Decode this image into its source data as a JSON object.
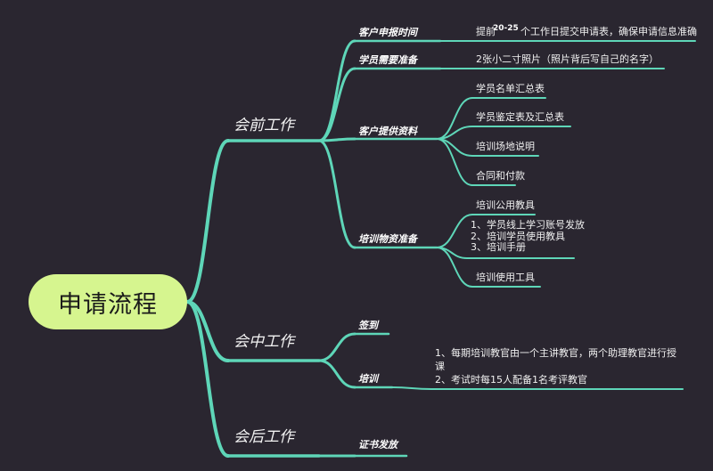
{
  "colors": {
    "background": "#2a2630",
    "root_fill": "#d6f58f",
    "branch": "#5ed6b8",
    "text": "#ffffff"
  },
  "root": {
    "label": "申请流程"
  },
  "sections": {
    "before": {
      "label": "会前工作",
      "categories": {
        "apply_time": {
          "label": "客户申报时间",
          "leaf_prefix": "提前",
          "leaf_days": "20-25",
          "leaf_rest": "个工作日提交申请表，确保申请信息准确"
        },
        "student_prep": {
          "label": "学员需要准备",
          "leaf": "2张小二寸照片（照片背后写自己的名字）"
        },
        "client_docs": {
          "label": "客户提供资料",
          "leaves": [
            "学员名单汇总表",
            "学员鉴定表及汇总表",
            "培训场地说明",
            "合同和付款"
          ]
        },
        "materials": {
          "label": "培训物资准备",
          "leaf_top": "培训公用教具",
          "leaf_list": [
            "1、学员线上学习账号发放",
            "2、培训学员使用教具",
            "3、培训手册"
          ],
          "leaf_bottom": "培训使用工具"
        }
      }
    },
    "during": {
      "label": "会中工作",
      "categories": {
        "signin": {
          "label": "签到"
        },
        "training": {
          "label": "培训",
          "leaf_line1": "1、每期培训教官由一个主讲教官，两个助理教官进行授",
          "leaf_line2": "课",
          "leaf_line3": "2、考试时每15人配备1名考评教官"
        }
      }
    },
    "after": {
      "label": "会后工作",
      "categories": {
        "certificate": {
          "label": "证书发放"
        }
      }
    }
  }
}
